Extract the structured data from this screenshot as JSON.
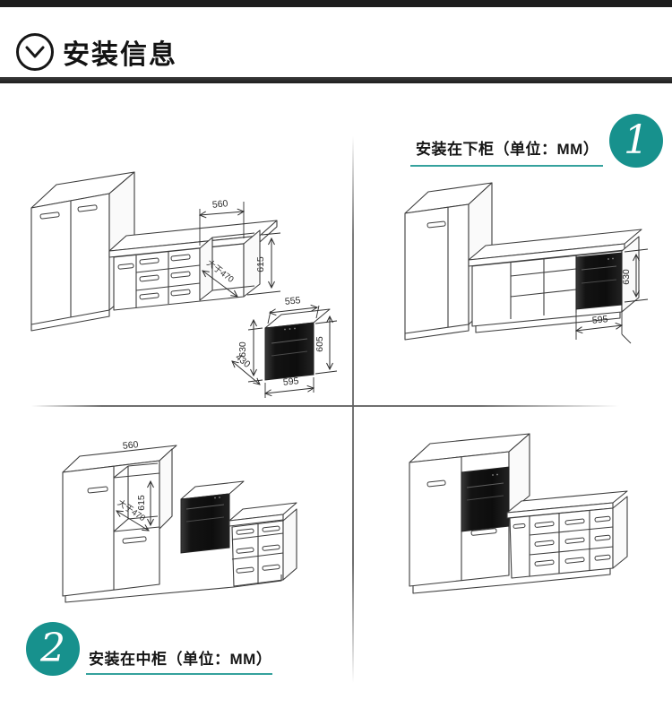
{
  "header": {
    "title": "安装信息"
  },
  "accent": {
    "teal": "#17918d",
    "teal_line": "#35a29d",
    "bar": "#1d1d1d"
  },
  "sections": {
    "lower": {
      "number": "1",
      "label": "安装在下柜（单位：MM）"
    },
    "middle": {
      "number": "2",
      "label": "安装在中柜（单位：MM）"
    }
  },
  "diagrams": {
    "lower_open": {
      "niche_width": "560",
      "niche_height": "615",
      "niche_depth": "大于470"
    },
    "appliance": {
      "top_width": "555",
      "left_height": "630",
      "right_height": "605",
      "depth": "430",
      "bottom_width": "595"
    },
    "lower_installed": {
      "height": "630",
      "width": "595"
    },
    "middle_open": {
      "niche_width": "560",
      "niche_height": "615",
      "niche_depth": "大于470"
    }
  }
}
